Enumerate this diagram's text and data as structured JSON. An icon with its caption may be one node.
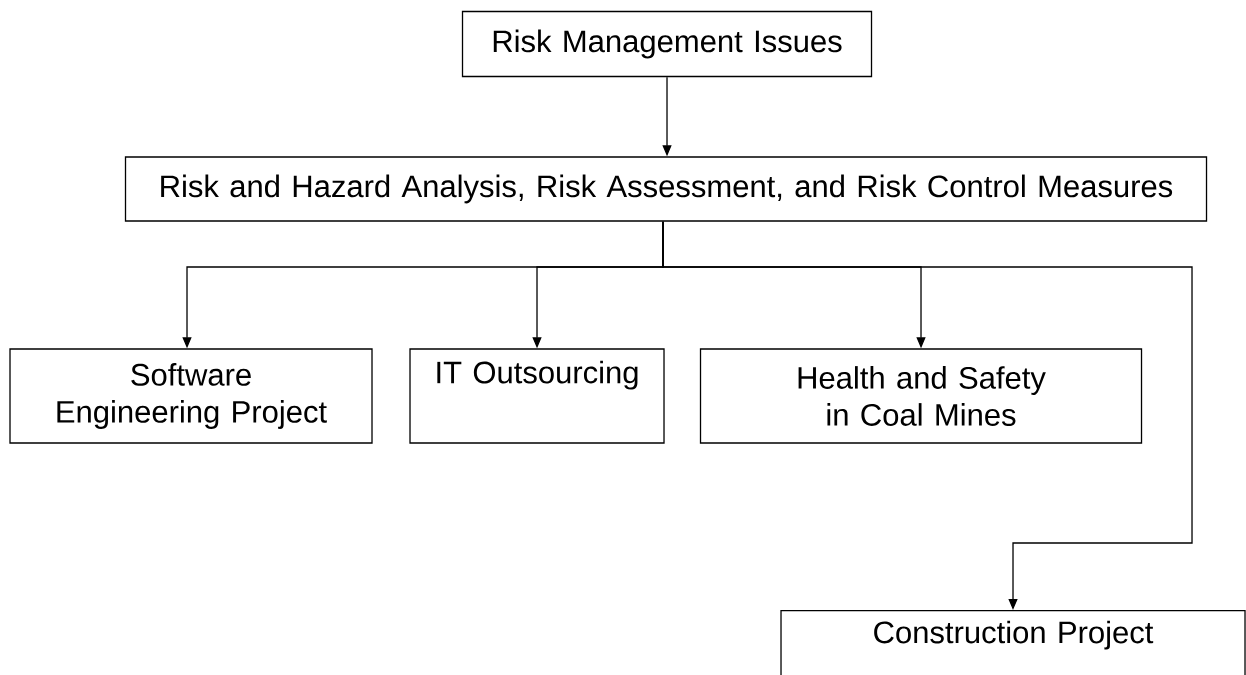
{
  "diagram": {
    "nodes": [
      {
        "text": [
          "Risk Management Issues"
        ]
      },
      {
        "text": [
          "Risk and Hazard Analysis, Risk Assessment, and Risk Control Measures"
        ]
      },
      {
        "text": [
          "Software Engineering Project"
        ]
      },
      {
        "text": [
          "IT Outsourcing"
        ]
      },
      {
        "text": [
          "Health and Safety in Coal Mines"
        ]
      },
      {
        "text": [
          "Construction Project"
        ]
      }
    ],
    "edges": [
      {
        "from": 0,
        "to": 1,
        "arrow": "to"
      },
      {
        "from": 1,
        "to": 2,
        "arrow": "to"
      },
      {
        "from": 1,
        "to": 3,
        "arrow": "to"
      },
      {
        "from": 1,
        "to": 4,
        "arrow": "to"
      },
      {
        "from": 1,
        "to": 5,
        "arrow": "to"
      }
    ]
  }
}
